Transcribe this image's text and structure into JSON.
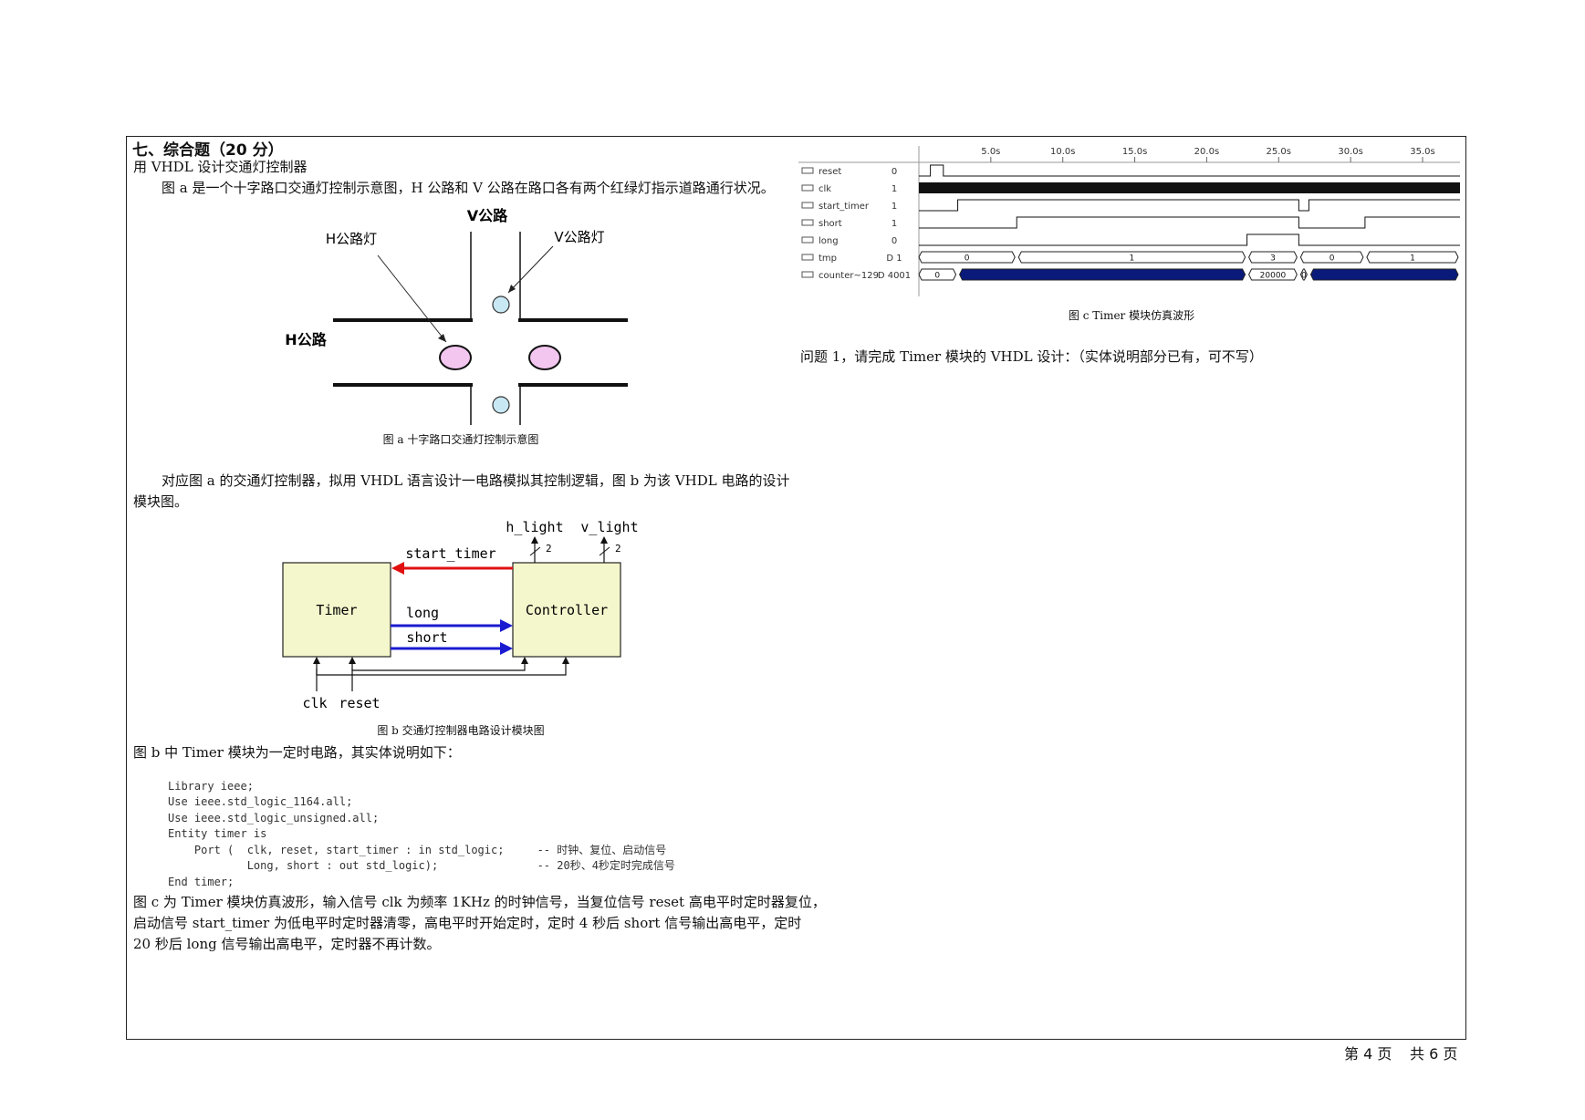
{
  "section": {
    "title": "七、综合题（20 分）",
    "subtitle": "用 VHDL 设计交通灯控制器",
    "intro": "图 a 是一个十字路口交通灯控制示意图，H 公路和 V 公路在路口各有两个红绿灯指示道路通行状况。"
  },
  "fig_a": {
    "v_road": "V公路",
    "h_road": "H公路",
    "h_light": "H公路灯",
    "v_light": "V公路灯",
    "caption": "图 a  十字路口交通灯控制示意图",
    "colors": {
      "h_light": "#f3c6ef",
      "v_light": "#c8e8f4"
    }
  },
  "para_b": {
    "line1": "对应图 a 的交通灯控制器，拟用 VHDL 语言设计一电路模拟其控制逻辑，图 b 为该 VHDL 电路的设计",
    "line2": "模块图。"
  },
  "fig_b": {
    "timer": "Timer",
    "controller": "Controller",
    "start_timer": "start_timer",
    "long": "long",
    "short": "short",
    "h_light": "h_light",
    "v_light": "v_light",
    "width_h": "2",
    "width_v": "2",
    "clk": "clk",
    "reset": "reset",
    "caption": "图 b  交通灯控制器电路设计模块图",
    "colors": {
      "box": "#f4f7cc",
      "red": "#e01010",
      "blue": "#1a1ad0"
    }
  },
  "entity_intro": "图 b 中 Timer 模块为一定时电路，其实体说明如下：",
  "code": [
    "Library ieee;",
    "Use ieee.std_logic_1164.all;",
    "Use ieee.std_logic_unsigned.all;",
    "",
    "Entity timer is",
    "    Port (  clk, reset, start_timer : in std_logic;     -- 时钟、复位、启动信号",
    "            Long, short : out std_logic);               -- 20秒、4秒定时完成信号",
    "End timer;"
  ],
  "para_c": [
    "图 c 为 Timer 模块仿真波形，输入信号 clk 为频率 1KHz 的时钟信号，当复位信号 reset 高电平时定时器复位，",
    "启动信号 start_timer 为低电平时定时器清零，高电平时开始定时，定时 4 秒后 short 信号输出高电平，定时",
    "20 秒后 long 信号输出高电平，定时器不再计数。"
  ],
  "fig_c": {
    "caption": "图 c Timer 模块仿真波形",
    "ticks": [
      "5.0s",
      "10.0s",
      "15.0s",
      "20.0s",
      "25.0s",
      "30.0s",
      "35.0s"
    ],
    "signals": [
      {
        "name": "reset",
        "value": "0"
      },
      {
        "name": "clk",
        "value": "1"
      },
      {
        "name": "start_timer",
        "value": "1"
      },
      {
        "name": "short",
        "value": "1"
      },
      {
        "name": "long",
        "value": "0"
      },
      {
        "name": "tmp",
        "value": "D 1"
      },
      {
        "name": "counter~129",
        "value": "D 4001"
      }
    ],
    "tmp_segments": [
      "0",
      "1",
      "3",
      "0",
      "1"
    ],
    "counter_segments": [
      "0",
      "20000",
      "0"
    ]
  },
  "question": "问题 1，请完成 Timer 模块的 VHDL 设计：（实体说明部分已有，可不写）",
  "footer": {
    "page": "第 4 页",
    "total": "共 6 页"
  }
}
